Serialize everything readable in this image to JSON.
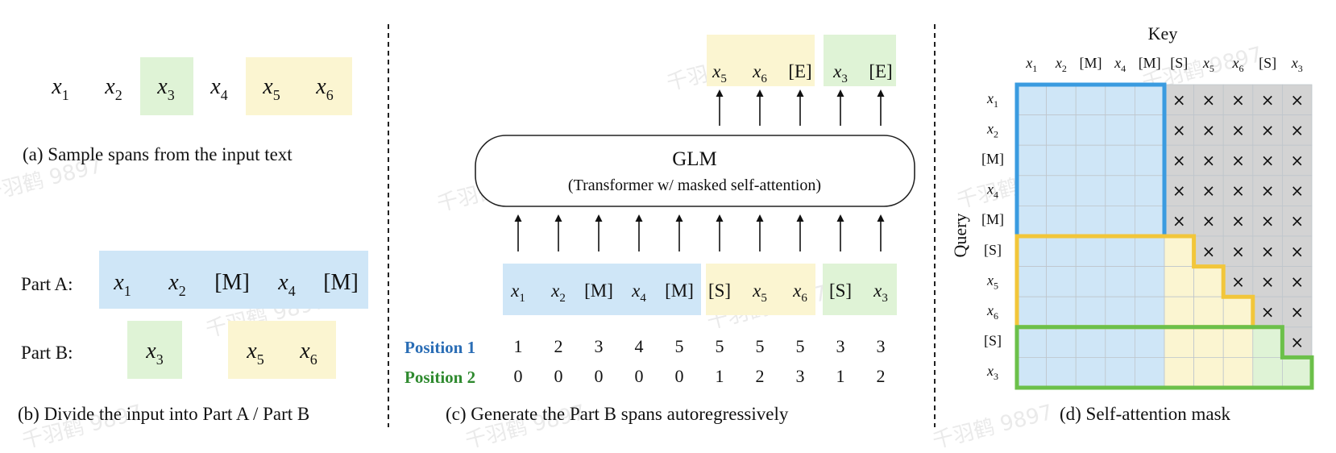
{
  "colors": {
    "blue_fill": "#cfe6f7",
    "yellow_fill": "#fbf5d1",
    "green_fill": "#dff3d6",
    "gray_fill": "#d3d3d3",
    "blue_border": "#3a9be0",
    "yellow_border": "#f2c63a",
    "green_border": "#6cc04a",
    "pos1_color": "#2a6db5",
    "pos2_color": "#2f8a2f",
    "watermark": "#d9d9d9"
  },
  "watermark_text": "千羽鹤 9897",
  "panel_a": {
    "tokens": [
      {
        "base": "x",
        "sub": "1",
        "span": "none"
      },
      {
        "base": "x",
        "sub": "2",
        "span": "none"
      },
      {
        "base": "x",
        "sub": "3",
        "span": "green"
      },
      {
        "base": "x",
        "sub": "4",
        "span": "none"
      },
      {
        "base": "x",
        "sub": "5",
        "span": "yellow"
      },
      {
        "base": "x",
        "sub": "6",
        "span": "yellow"
      }
    ],
    "caption": "(a)  Sample spans from the input text"
  },
  "panel_b": {
    "part_a_label": "Part A:",
    "part_a_tokens": [
      {
        "base": "x",
        "sub": "1"
      },
      {
        "base": "x",
        "sub": "2"
      },
      {
        "base": "[M]",
        "sub": ""
      },
      {
        "base": "x",
        "sub": "4"
      },
      {
        "base": "[M]",
        "sub": ""
      }
    ],
    "part_b_label": "Part B:",
    "part_b_tokens": [
      {
        "base": "x",
        "sub": "3",
        "span": "green"
      },
      {
        "base": "x",
        "sub": "5",
        "span": "yellow"
      },
      {
        "base": "x",
        "sub": "6",
        "span": "yellow"
      }
    ],
    "caption": "(b)  Divide the input into Part A / Part B"
  },
  "panel_c": {
    "model_title": "GLM",
    "model_subtitle": "(Transformer w/ masked self-attention)",
    "outputs": [
      {
        "base": "x",
        "sub": "5",
        "span": "yellow"
      },
      {
        "base": "x",
        "sub": "6",
        "span": "yellow"
      },
      {
        "base": "[E]",
        "sub": "",
        "span": "yellow"
      },
      {
        "base": "x",
        "sub": "3",
        "span": "green"
      },
      {
        "base": "[E]",
        "sub": "",
        "span": "green"
      }
    ],
    "inputs": [
      {
        "base": "x",
        "sub": "1",
        "span": "blue"
      },
      {
        "base": "x",
        "sub": "2",
        "span": "blue"
      },
      {
        "base": "[M]",
        "sub": "",
        "span": "blue"
      },
      {
        "base": "x",
        "sub": "4",
        "span": "blue"
      },
      {
        "base": "[M]",
        "sub": "",
        "span": "blue"
      },
      {
        "base": "[S]",
        "sub": "",
        "span": "yellow"
      },
      {
        "base": "x",
        "sub": "5",
        "span": "yellow"
      },
      {
        "base": "x",
        "sub": "6",
        "span": "yellow"
      },
      {
        "base": "[S]",
        "sub": "",
        "span": "green"
      },
      {
        "base": "x",
        "sub": "3",
        "span": "green"
      }
    ],
    "position1_label": "Position 1",
    "position1": [
      "1",
      "2",
      "3",
      "4",
      "5",
      "5",
      "5",
      "5",
      "3",
      "3"
    ],
    "position2_label": "Position 2",
    "position2": [
      "0",
      "0",
      "0",
      "0",
      "0",
      "1",
      "2",
      "3",
      "1",
      "2"
    ],
    "caption": "(c)  Generate the Part B spans autoregressively"
  },
  "panel_d": {
    "key_label": "Key",
    "query_label": "Query",
    "tokens": [
      {
        "base": "x",
        "sub": "1"
      },
      {
        "base": "x",
        "sub": "2"
      },
      {
        "base": "[M]",
        "sub": ""
      },
      {
        "base": "x",
        "sub": "4"
      },
      {
        "base": "[M]",
        "sub": ""
      },
      {
        "base": "[S]",
        "sub": ""
      },
      {
        "base": "x",
        "sub": "5"
      },
      {
        "base": "x",
        "sub": "6"
      },
      {
        "base": "[S]",
        "sub": ""
      },
      {
        "base": "x",
        "sub": "3"
      }
    ],
    "mask_symbol": "×",
    "caption": "(d)  Self-attention mask"
  }
}
